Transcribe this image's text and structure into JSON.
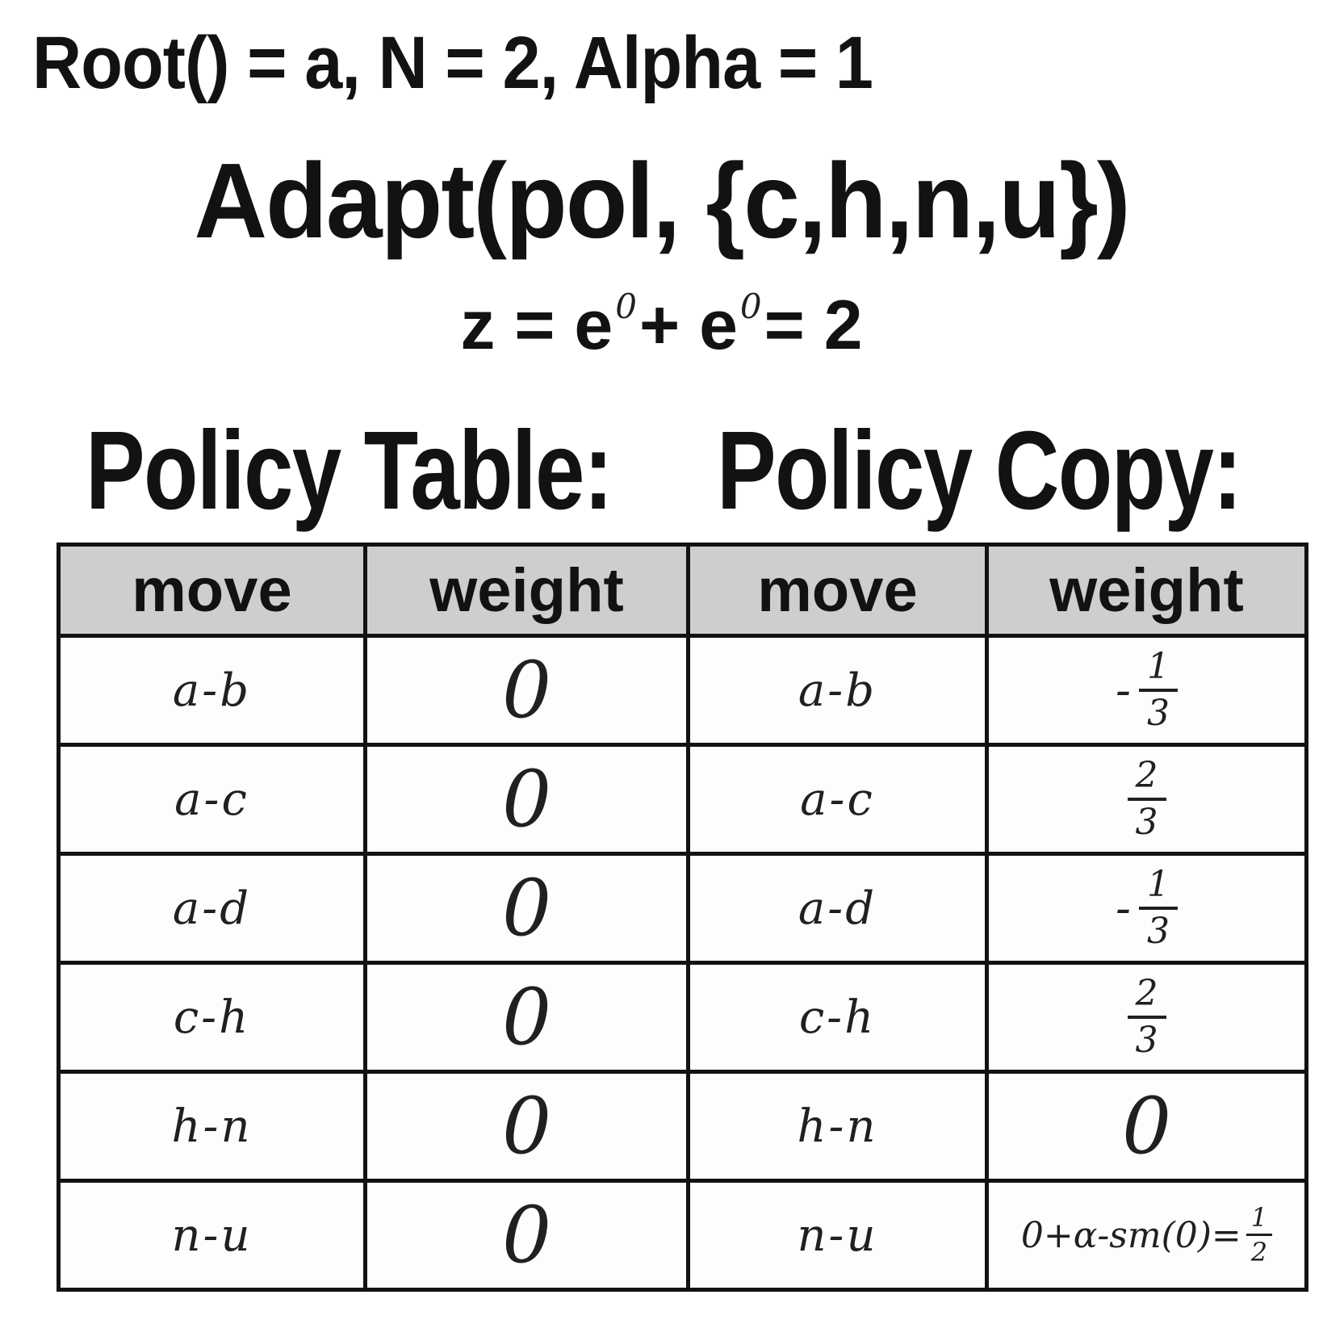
{
  "page": {
    "params_line": "Root() = a, N = 2, Alpha = 1",
    "title": "Adapt(pol, {c,h,n,u})",
    "equation": {
      "seg1": "z = e",
      "sup1": "0",
      "seg2": "+ e",
      "sup2": "0",
      "seg3": "= 2"
    },
    "left_heading": "Policy Table:",
    "right_heading": "Policy Copy:"
  },
  "table": {
    "columns": [
      "move",
      "weight",
      "move",
      "weight"
    ],
    "rows": [
      {
        "move_l": "a-b",
        "weight_l": "0",
        "move_r": "a-b",
        "wr_prefix": "-",
        "wr_num": "1",
        "wr_den": "3"
      },
      {
        "move_l": "a-c",
        "weight_l": "0",
        "move_r": "a-c",
        "wr_prefix": "",
        "wr_num": "2",
        "wr_den": "3"
      },
      {
        "move_l": "a-d",
        "weight_l": "0",
        "move_r": "a-d",
        "wr_prefix": "-",
        "wr_num": "1",
        "wr_den": "3"
      },
      {
        "move_l": "c-h",
        "weight_l": "0",
        "move_r": "c-h",
        "wr_prefix": "",
        "wr_num": "2",
        "wr_den": "3"
      },
      {
        "move_l": "h-n",
        "weight_l": "0",
        "move_r": "h-n",
        "wr_prefix": "0",
        "wr_num": "",
        "wr_den": ""
      },
      {
        "move_l": "n-u",
        "weight_l": "0",
        "move_r": "n-u",
        "wr_prefix": "0+α-sm(0)=",
        "wr_num": "1",
        "wr_den": "2"
      }
    ]
  },
  "colors": {
    "ink": "#121212",
    "handwriting_ink": "#241f1f",
    "header_bg": "#cecece",
    "background": "#ffffff"
  }
}
